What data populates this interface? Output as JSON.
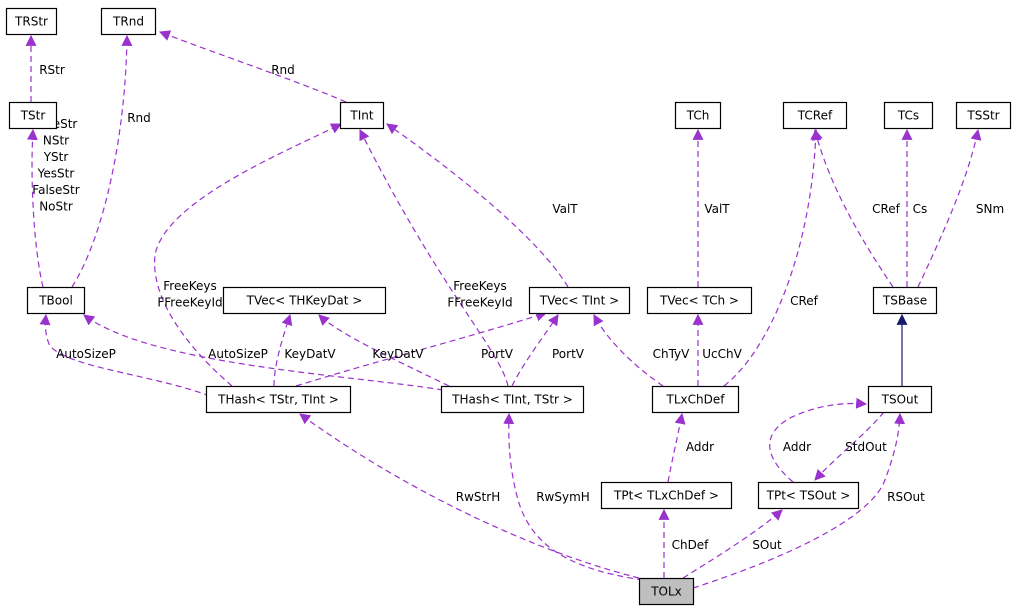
{
  "colors": {
    "usage_edge": "#9a32cd",
    "inherit_edge": "#191970",
    "focus_node": "#bfbfbf"
  },
  "nodes": [
    {
      "id": "trstr",
      "label": "TRStr"
    },
    {
      "id": "trnd",
      "label": "TRnd"
    },
    {
      "id": "tstr",
      "label": "TStr"
    },
    {
      "id": "tint",
      "label": "TInt"
    },
    {
      "id": "tch",
      "label": "TCh"
    },
    {
      "id": "tcref",
      "label": "TCRef"
    },
    {
      "id": "tcs",
      "label": "TCs"
    },
    {
      "id": "tsstr",
      "label": "TSStr"
    },
    {
      "id": "tbool",
      "label": "TBool"
    },
    {
      "id": "tvec_thkeydat",
      "label": "TVec< THKeyDat >"
    },
    {
      "id": "tvec_tint",
      "label": "TVec< TInt >"
    },
    {
      "id": "tvec_tch",
      "label": "TVec< TCh >"
    },
    {
      "id": "tsbase",
      "label": "TSBase"
    },
    {
      "id": "thash_tstr_tint",
      "label": "THash< TStr, TInt >"
    },
    {
      "id": "thash_tint_tstr",
      "label": "THash< TInt, TStr >"
    },
    {
      "id": "tlxchdef",
      "label": "TLxChDef"
    },
    {
      "id": "tsout",
      "label": "TSOut"
    },
    {
      "id": "tpt_tlxchdef",
      "label": "TPt< TLxChDef >"
    },
    {
      "id": "tpt_tsout",
      "label": "TPt< TSOut >"
    },
    {
      "id": "tolx",
      "label": "TOLx",
      "focus": true
    }
  ],
  "edges": [
    {
      "id": "e_tstr_trstr",
      "from": "tstr",
      "to": "trstr",
      "type": "usage",
      "label": "RStr"
    },
    {
      "id": "e_tbool_tstr",
      "from": "tbool",
      "to": "tstr",
      "type": "usage",
      "label": "TrueStr\nNStr\nYStr\nYesStr\nFalseStr\nNoStr"
    },
    {
      "id": "e_tbool_trnd",
      "from": "tbool",
      "to": "trnd",
      "type": "usage",
      "label": "Rnd"
    },
    {
      "id": "e_tint_trnd",
      "from": "tint",
      "to": "trnd",
      "type": "usage",
      "label": "Rnd"
    },
    {
      "id": "e_tvectint_tint",
      "from": "tvec_tint",
      "to": "tint",
      "type": "usage",
      "label": "ValT"
    },
    {
      "id": "e_tvectch_tch",
      "from": "tvec_tch",
      "to": "tch",
      "type": "usage",
      "label": "ValT"
    },
    {
      "id": "e_tsbase_tcref",
      "from": "tsbase",
      "to": "tcref",
      "type": "usage",
      "label": "CRef"
    },
    {
      "id": "e_tsbase_tcs",
      "from": "tsbase",
      "to": "tcs",
      "type": "usage",
      "label": "Cs"
    },
    {
      "id": "e_tsbase_tsstr",
      "from": "tsbase",
      "to": "tsstr",
      "type": "usage",
      "label": "SNm"
    },
    {
      "id": "e_tsout_tsbase",
      "from": "tsout",
      "to": "tsbase",
      "type": "inherit",
      "label": ""
    },
    {
      "id": "e_hashsi_tbool",
      "from": "thash_tstr_tint",
      "to": "tbool",
      "type": "usage",
      "label": "AutoSizeP"
    },
    {
      "id": "e_hashsi_tint",
      "from": "thash_tstr_tint",
      "to": "tint",
      "type": "usage",
      "label": "FreeKeys\nFFreeKeyId"
    },
    {
      "id": "e_hashsi_keydat",
      "from": "thash_tstr_tint",
      "to": "tvec_thkeydat",
      "type": "usage",
      "label": "KeyDatV"
    },
    {
      "id": "e_hashsi_tvectint",
      "from": "thash_tstr_tint",
      "to": "tvec_tint",
      "type": "usage",
      "label": "PortV"
    },
    {
      "id": "e_hashis_tbool",
      "from": "thash_tint_tstr",
      "to": "tbool",
      "type": "usage",
      "label": "AutoSizeP"
    },
    {
      "id": "e_hashis_tint",
      "from": "thash_tint_tstr",
      "to": "tint",
      "type": "usage",
      "label": "FreeKeys\nFFreeKeyId"
    },
    {
      "id": "e_hashis_keydat",
      "from": "thash_tint_tstr",
      "to": "tvec_thkeydat",
      "type": "usage",
      "label": "KeyDatV"
    },
    {
      "id": "e_hashis_tvectint",
      "from": "thash_tint_tstr",
      "to": "tvec_tint",
      "type": "usage",
      "label": "PortV"
    },
    {
      "id": "e_lx_tvectint",
      "from": "tlxchdef",
      "to": "tvec_tint",
      "type": "usage",
      "label": "ChTyV"
    },
    {
      "id": "e_lx_tvectch",
      "from": "tlxchdef",
      "to": "tvec_tch",
      "type": "usage",
      "label": "UcChV"
    },
    {
      "id": "e_lx_tcref",
      "from": "tlxchdef",
      "to": "tcref",
      "type": "usage",
      "label": "CRef"
    },
    {
      "id": "e_ptlx_lx",
      "from": "tpt_tlxchdef",
      "to": "tlxchdef",
      "type": "usage",
      "label": "Addr"
    },
    {
      "id": "e_ptsout_tsout",
      "from": "tpt_tsout",
      "to": "tsout",
      "type": "usage",
      "label": "Addr"
    },
    {
      "id": "e_tsout_ptsout",
      "from": "tsout",
      "to": "tpt_tsout",
      "type": "usage",
      "label": "StdOut"
    },
    {
      "id": "e_tolx_hashsi",
      "from": "tolx",
      "to": "thash_tstr_tint",
      "type": "usage",
      "label": "RwStrH"
    },
    {
      "id": "e_tolx_hashis",
      "from": "tolx",
      "to": "thash_tint_tstr",
      "type": "usage",
      "label": "RwSymH"
    },
    {
      "id": "e_tolx_ptlx",
      "from": "tolx",
      "to": "tpt_tlxchdef",
      "type": "usage",
      "label": "ChDef"
    },
    {
      "id": "e_tolx_ptsout",
      "from": "tolx",
      "to": "tpt_tsout",
      "type": "usage",
      "label": "SOut"
    },
    {
      "id": "e_tolx_tsout",
      "from": "tolx",
      "to": "tsout",
      "type": "usage",
      "label": "RSOut"
    }
  ]
}
